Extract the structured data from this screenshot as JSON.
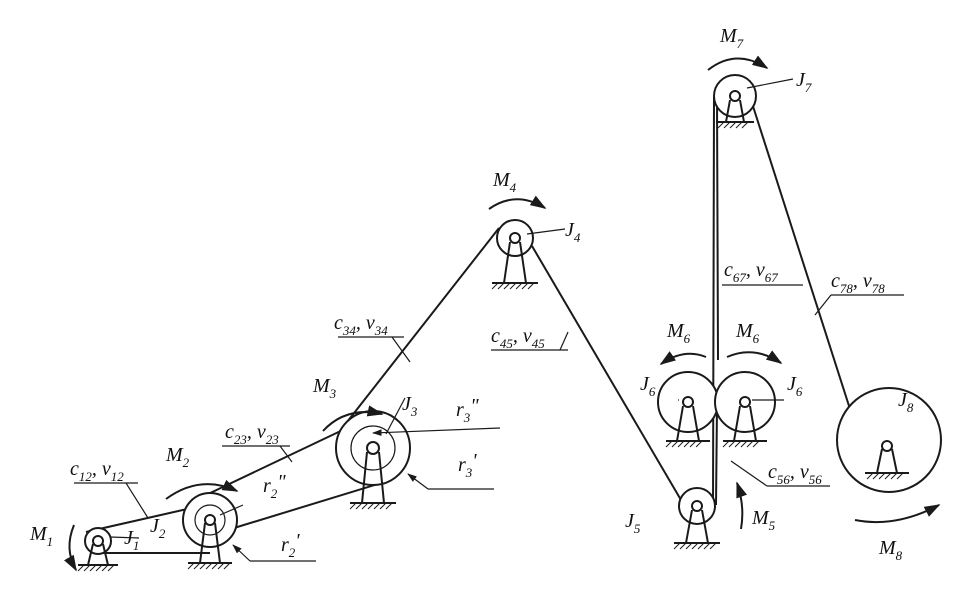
{
  "colors": {
    "ink": "#1a1a1a",
    "background": "#ffffff"
  },
  "moments": {
    "m1": {
      "letter": "M",
      "index": "1"
    },
    "m2": {
      "letter": "M",
      "index": "2"
    },
    "m3": {
      "letter": "M",
      "index": "3"
    },
    "m4": {
      "letter": "M",
      "index": "4"
    },
    "m5": {
      "letter": "M",
      "index": "5"
    },
    "m6a": {
      "letter": "M",
      "index": "6"
    },
    "m6b": {
      "letter": "M",
      "index": "6"
    },
    "m7": {
      "letter": "M",
      "index": "7"
    },
    "m8": {
      "letter": "M",
      "index": "8"
    }
  },
  "inertias": {
    "j1": {
      "letter": "J",
      "index": "1"
    },
    "j2": {
      "letter": "J",
      "index": "2"
    },
    "j3": {
      "letter": "J",
      "index": "3"
    },
    "j4": {
      "letter": "J",
      "index": "4"
    },
    "j5": {
      "letter": "J",
      "index": "5"
    },
    "j6a": {
      "letter": "J",
      "index": "6"
    },
    "j6b": {
      "letter": "J",
      "index": "6"
    },
    "j7": {
      "letter": "J",
      "index": "7"
    },
    "j8": {
      "letter": "J",
      "index": "8"
    }
  },
  "belts": {
    "b12": {
      "c": "c",
      "nu": "ν",
      "index": "12",
      "sep": ", "
    },
    "b23": {
      "c": "c",
      "nu": "ν",
      "index": "23",
      "sep": ", "
    },
    "b34": {
      "c": "c",
      "nu": "ν",
      "index": "34",
      "sep": ", "
    },
    "b45": {
      "c": "c",
      "nu": "ν",
      "index": "45",
      "sep": ", "
    },
    "b56": {
      "c": "c",
      "nu": "ν",
      "index": "56",
      "sep": ", "
    },
    "b67": {
      "c": "c",
      "nu": "ν",
      "index": "67",
      "sep": ", "
    },
    "b78": {
      "c": "c",
      "nu": "ν",
      "index": "78",
      "sep": ", "
    }
  },
  "radii": {
    "r2pp": {
      "letter": "r",
      "index": "2",
      "mark": "\""
    },
    "r2p": {
      "letter": "r",
      "index": "2",
      "mark": "'"
    },
    "r3pp": {
      "letter": "r",
      "index": "3",
      "mark": "\""
    },
    "r3p": {
      "letter": "r",
      "index": "3",
      "mark": "'"
    }
  }
}
